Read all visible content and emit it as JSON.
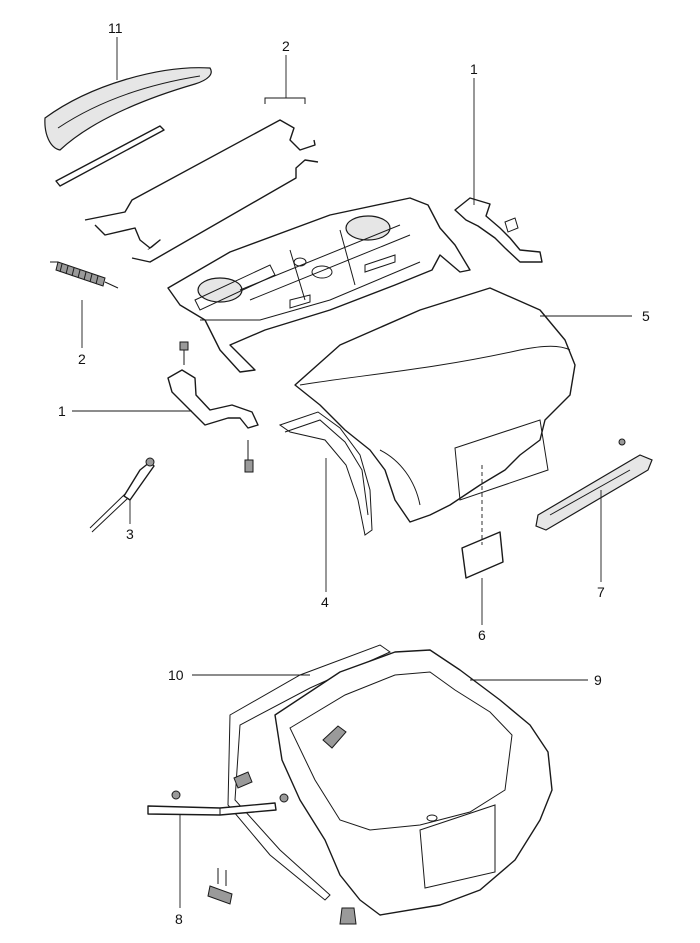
{
  "callouts": {
    "c11": "11",
    "c2_top": "2",
    "c1_right": "1",
    "c2_left": "2",
    "c5": "5",
    "c1_left": "1",
    "c3": "3",
    "c4": "4",
    "c6": "6",
    "c7": "7",
    "c10": "10",
    "c9": "9",
    "c8": "8"
  },
  "colors": {
    "line": "#1a1a1a",
    "paper": "#ffffff",
    "shade": "#e6e6e6"
  }
}
